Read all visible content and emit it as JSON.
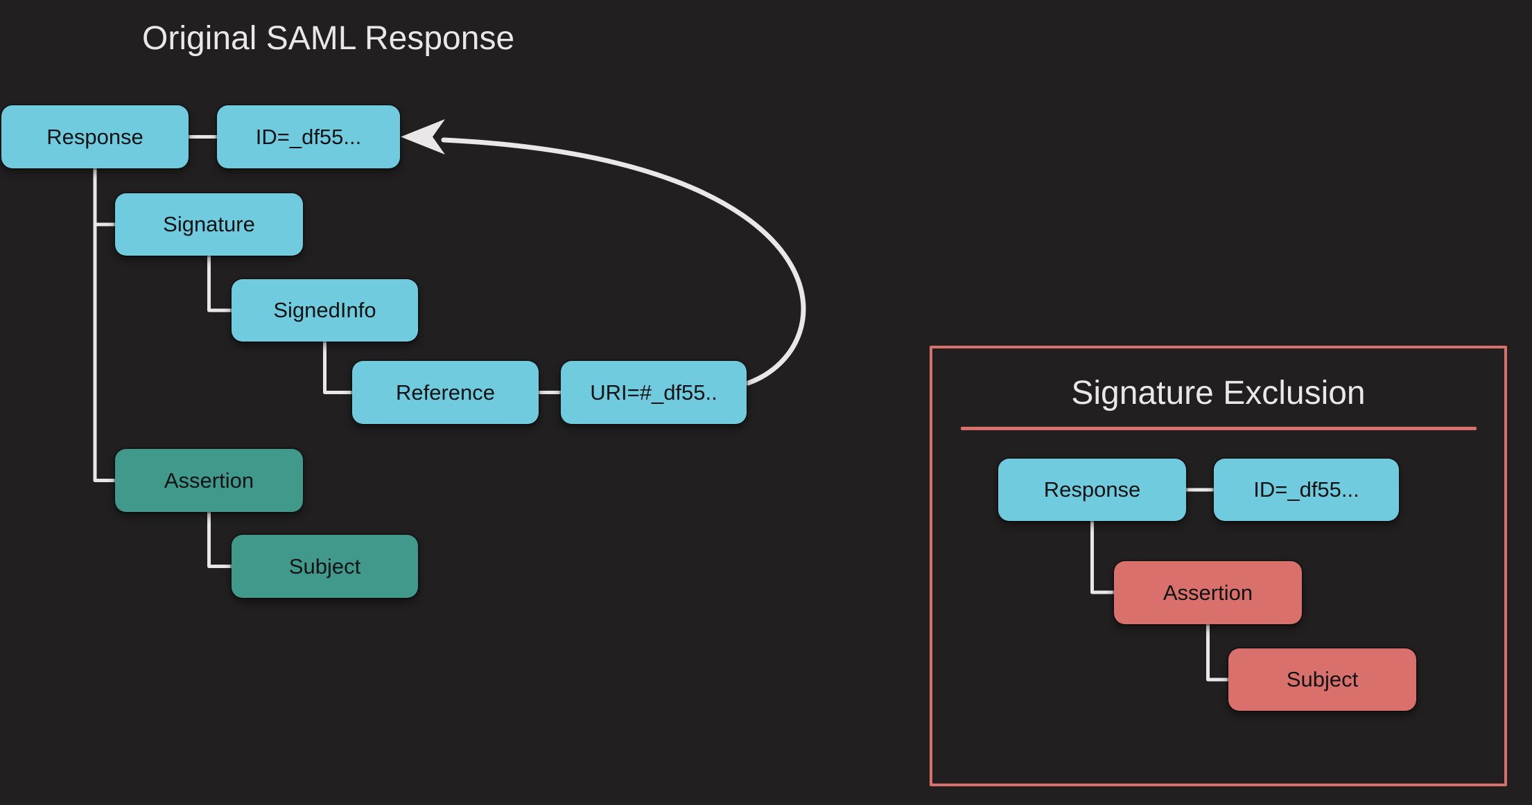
{
  "colors": {
    "background": "#211F1F",
    "cyan": "#6FCBDD",
    "teal": "#40998B",
    "salmon": "#D9706B",
    "line": "#E9E7E7",
    "node_text": "#101314",
    "title_text": "#E9E7E7"
  },
  "left_diagram": {
    "title": "Original SAML Response",
    "nodes": {
      "response": {
        "label": "Response",
        "type": "cyan"
      },
      "id_attribute": {
        "label": "ID=_df55...",
        "type": "cyan"
      },
      "signature": {
        "label": "Signature",
        "type": "cyan"
      },
      "signed_info": {
        "label": "SignedInfo",
        "type": "cyan"
      },
      "reference": {
        "label": "Reference",
        "type": "cyan"
      },
      "uri_attribute": {
        "label": "URI=#_df55..",
        "type": "cyan"
      },
      "assertion": {
        "label": "Assertion",
        "type": "teal"
      },
      "subject": {
        "label": "Subject",
        "type": "teal"
      }
    }
  },
  "right_panel": {
    "title": "Signature Exclusion",
    "nodes": {
      "response": {
        "label": "Response",
        "type": "cyan"
      },
      "id_attribute": {
        "label": "ID=_df55...",
        "type": "cyan"
      },
      "assertion": {
        "label": "Assertion",
        "type": "salmon"
      },
      "subject": {
        "label": "Subject",
        "type": "salmon"
      }
    }
  }
}
